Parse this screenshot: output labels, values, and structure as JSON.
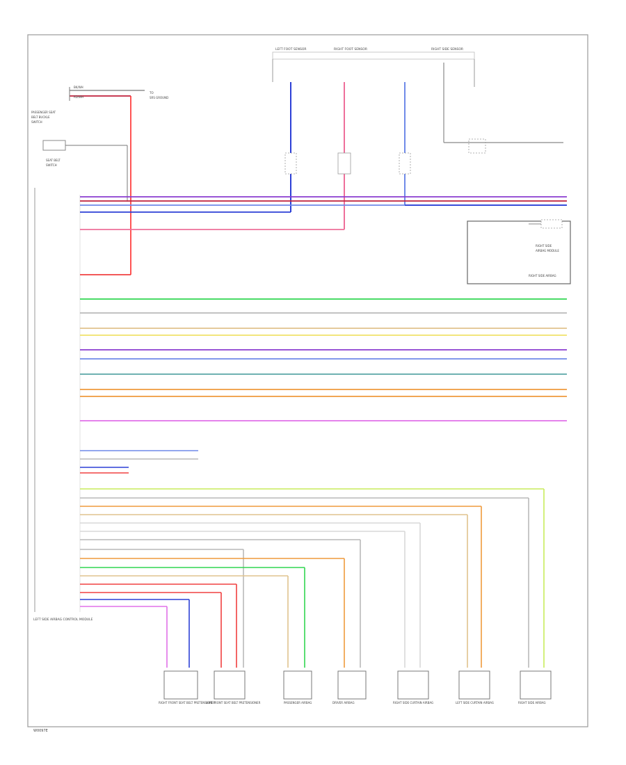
{
  "page_label": "W0097E",
  "top_connectors": [
    {
      "label": "LEFT FOOT SENSOR"
    },
    {
      "label": "RIGHT FOOT SENSOR"
    },
    {
      "label": "RIGHT SIDE SENSOR"
    }
  ],
  "wire_colors": {
    "black_red": "#c0203c",
    "blue": "#2c3fd6",
    "purple": "#8a3bd0",
    "pink": "#ee6f9a",
    "green": "#30d650",
    "gray": "#b9b9b9",
    "tan": "#e0c38d",
    "yellow": "#f0e36a",
    "light_blue": "#6f8ae8",
    "teal": "#5aa6a6",
    "orange": "#ef9a3c",
    "violet": "#e070e8",
    "lime": "#c8ec5c",
    "red": "#f04040",
    "white": "#d8d8d8"
  },
  "left_module_label": "LEFT SIDE AIRBAG CONTROL MODULE",
  "bottom_components": [
    {
      "label": "RIGHT FRONT SEAT BELT PRETENSIONER"
    },
    {
      "label": "LEFT FRONT SEAT BELT PRETENSIONER"
    },
    {
      "label": "PASSENGER AIRBAG"
    },
    {
      "label": "DRIVER AIRBAG"
    },
    {
      "label": "RIGHT SIDE CURTAIN AIRBAG"
    },
    {
      "label": "LEFT SIDE CURTAIN AIRBAG"
    },
    {
      "label": "RIGHT SIDE AIRBAG"
    }
  ]
}
